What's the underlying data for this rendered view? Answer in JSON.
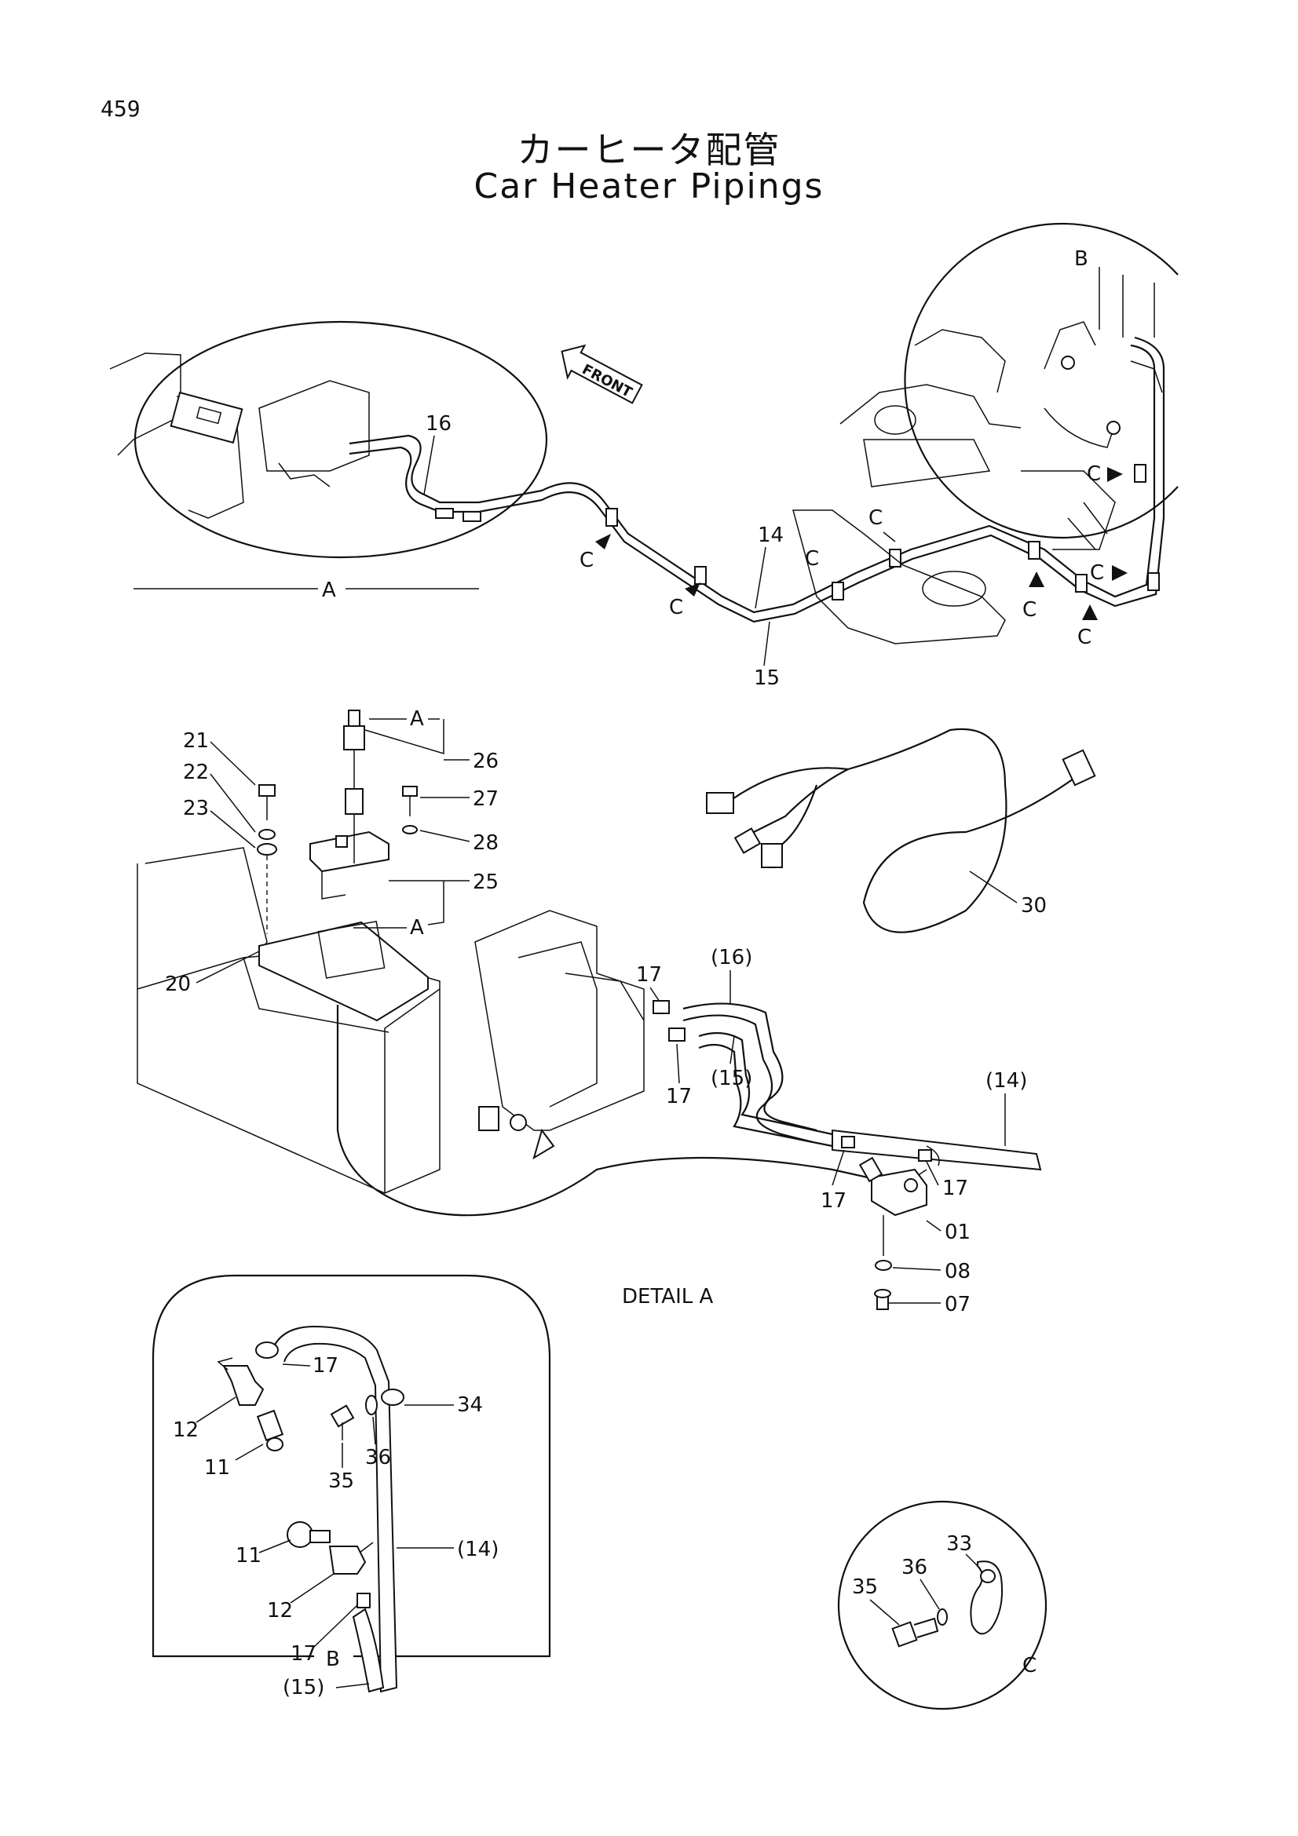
{
  "page": {
    "number": "459",
    "title_jp": "カーヒータ配管",
    "title_en": "Car Heater Pipings"
  },
  "top_view": {
    "front_label": "FRONT",
    "detail_a_label": "A",
    "detail_b_label": "B",
    "clamp_labels": [
      "C",
      "C",
      "C",
      "C",
      "C",
      "C",
      "C",
      "C"
    ],
    "part_labels": [
      "16",
      "14",
      "15"
    ]
  },
  "detail_a": {
    "caption": "DETAIL A",
    "part_labels": [
      "21",
      "22",
      "23",
      "26",
      "27",
      "28",
      "25",
      "20",
      "30",
      "(16)",
      "17",
      "(15)",
      "17",
      "(14)",
      "17",
      "17",
      "01",
      "08",
      "07"
    ],
    "ref_labels": [
      "A",
      "A"
    ]
  },
  "detail_b": {
    "label": "B",
    "part_labels": [
      "17",
      "12",
      "11",
      "35",
      "36",
      "34",
      "(14)",
      "11",
      "12",
      "17",
      "(15)"
    ]
  },
  "detail_c": {
    "label": "C",
    "part_labels": [
      "33",
      "36",
      "35"
    ]
  }
}
